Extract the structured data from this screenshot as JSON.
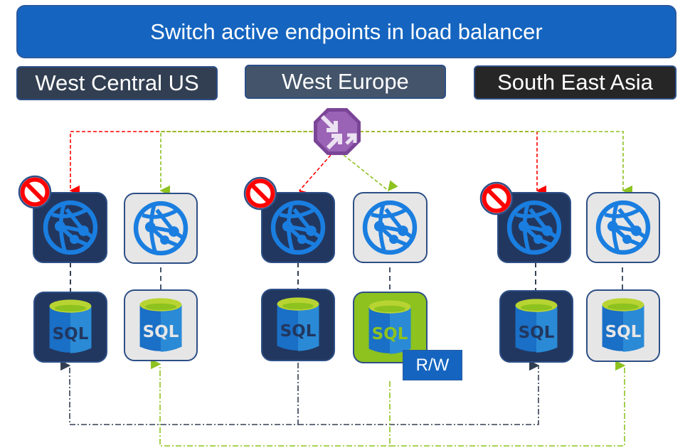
{
  "title": "Switch active endpoints in load balancer",
  "regions": [
    {
      "name": "West Central US",
      "primary_blocked": true
    },
    {
      "name": "West Europe",
      "primary_blocked": true
    },
    {
      "name": "South East Asia",
      "primary_blocked": true
    }
  ],
  "nodes": {
    "load_balancer": "load-balancer-icon",
    "web_app": "web-app-globe-icon",
    "database": "sql-database-icon",
    "database_label": "SQL",
    "blocked": "no-entry-icon"
  },
  "primary_database_badge": "R/W",
  "colors": {
    "banner": "#1565c0",
    "active_link": "#8dc21f",
    "inactive_link": "#ff0000",
    "replication_dark": "#323f52",
    "dark_tile": "#22375f",
    "light_tile": "#e6e6e6",
    "primary_tile": "#8dc21f",
    "load_balancer": "#7b4597"
  }
}
